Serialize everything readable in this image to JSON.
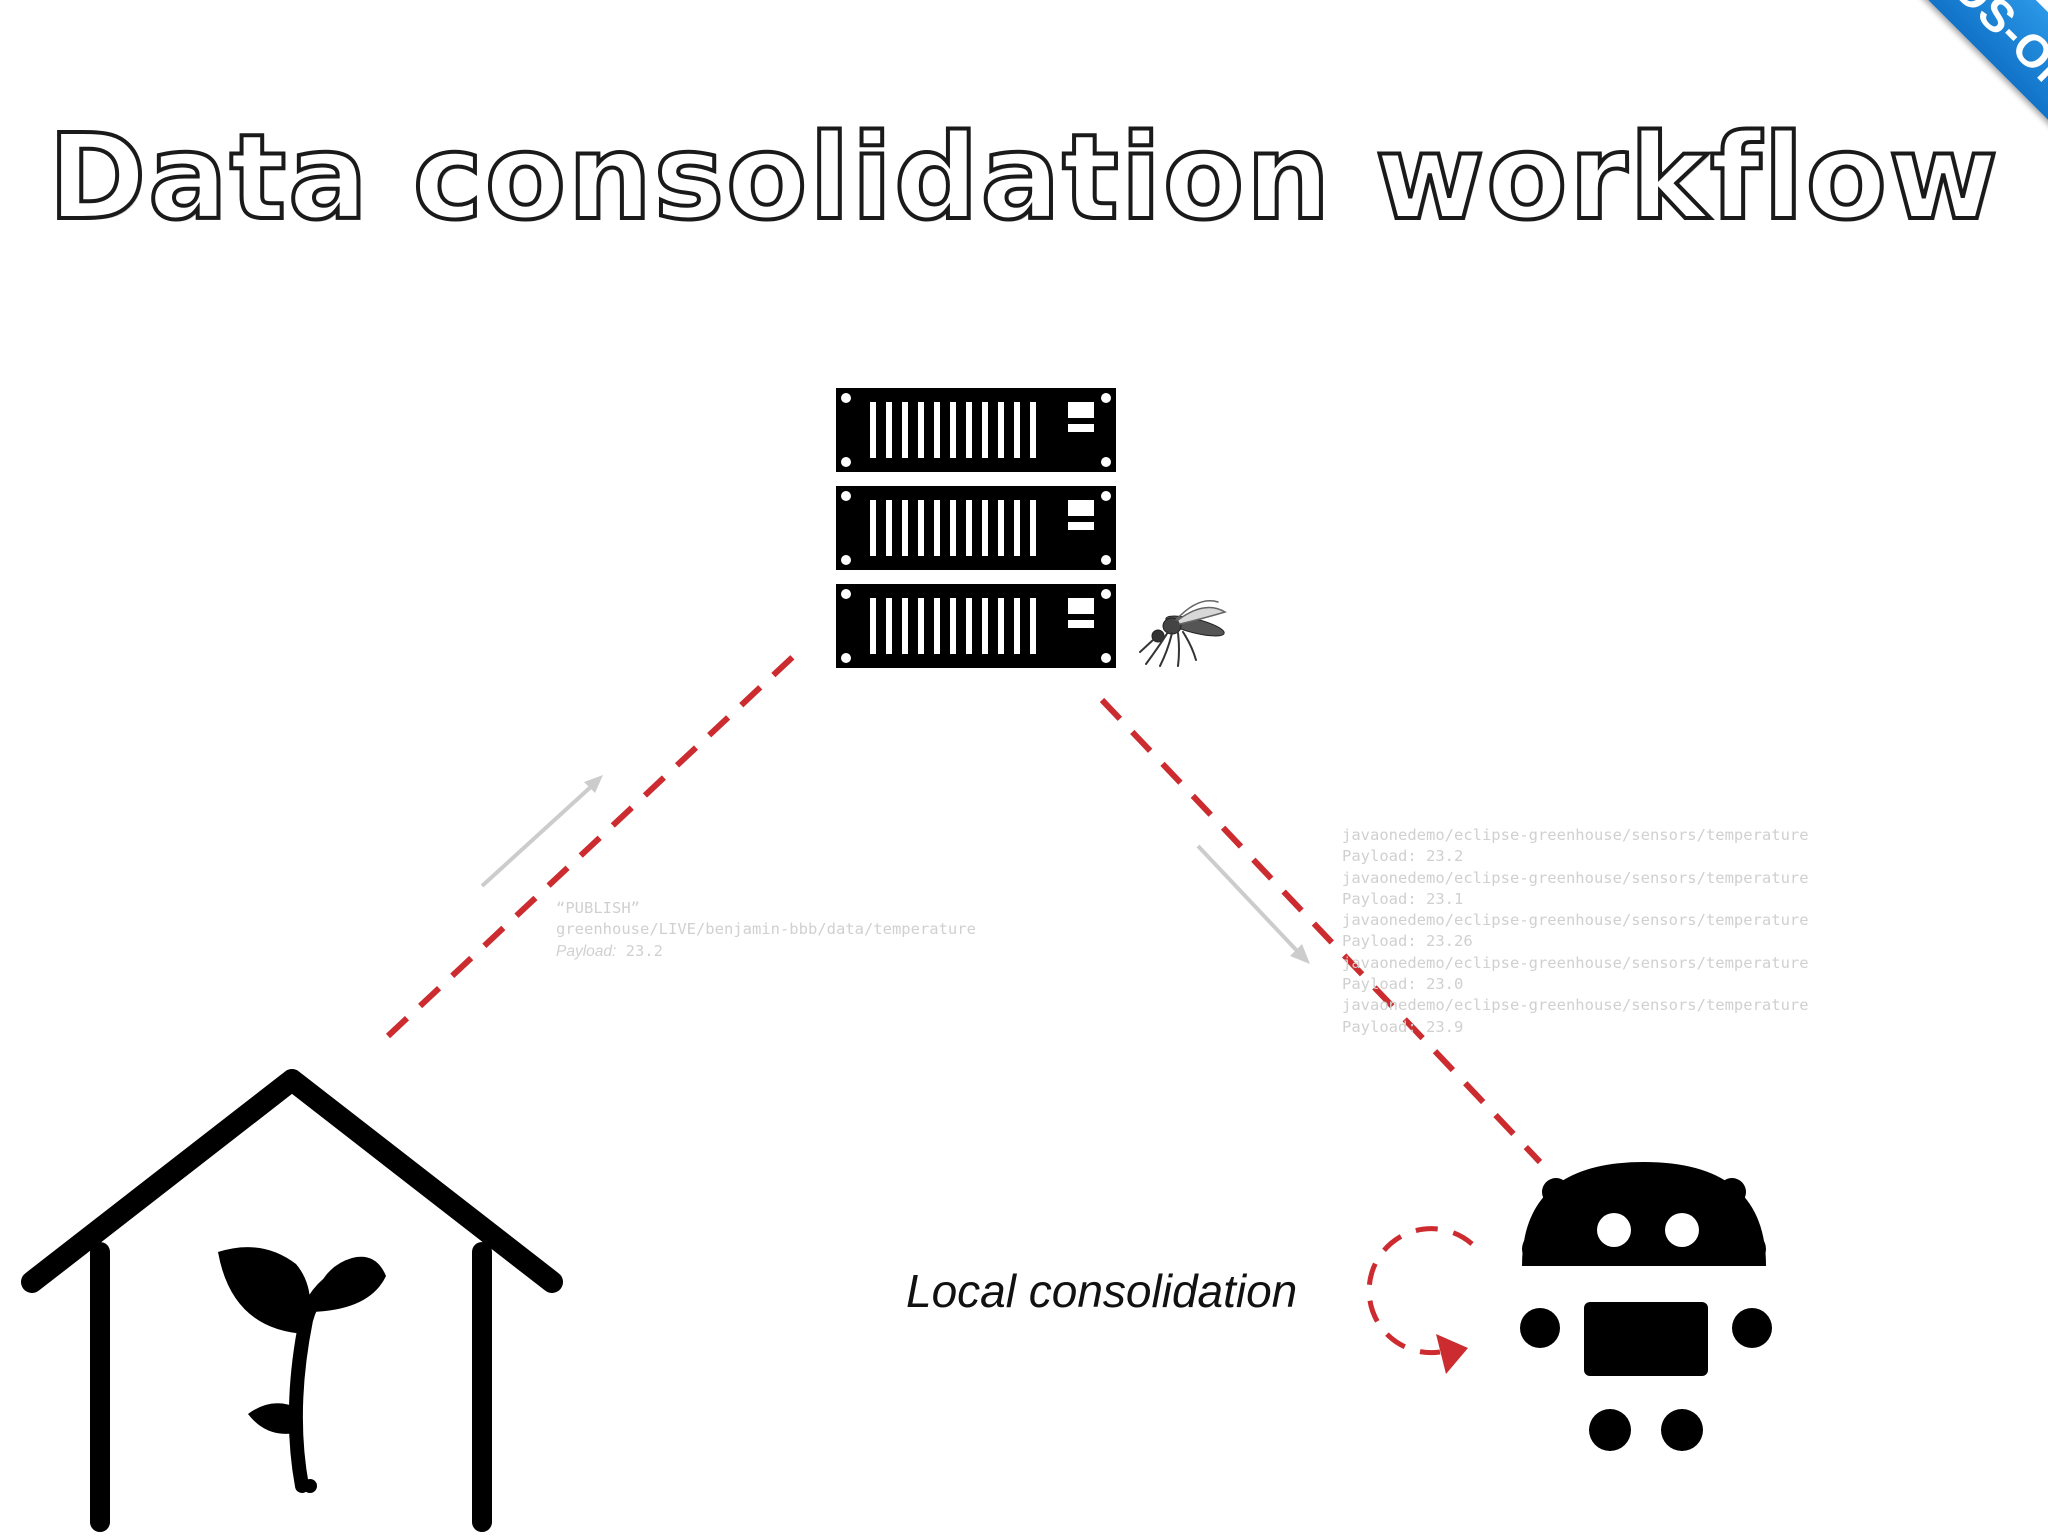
{
  "title": "Data consolidation workflow",
  "badge": "HANDS-ON",
  "publish": {
    "line1": "“PUBLISH”",
    "line2": "greenhouse/LIVE/benjamin-bbb/data/temperature",
    "payload_label": "Payload:",
    "payload_value": "23.2"
  },
  "subscriptions": [
    {
      "topic": "javaonedemo/eclipse-greenhouse/sensors/temperature",
      "payload": "Payload: 23.2"
    },
    {
      "topic": "javaonedemo/eclipse-greenhouse/sensors/temperature",
      "payload": "Payload: 23.1"
    },
    {
      "topic": "javaonedemo/eclipse-greenhouse/sensors/temperature",
      "payload": "Payload: 23.26"
    },
    {
      "topic": "javaonedemo/eclipse-greenhouse/sensors/temperature",
      "payload": "Payload: 23.0"
    },
    {
      "topic": "javaonedemo/eclipse-greenhouse/sensors/temperature",
      "payload": "Payload: 23.9"
    }
  ],
  "local_consolidation": "Local consolidation",
  "colors": {
    "dash": "#cc2b2f",
    "arrow": "#cccccc",
    "icon": "#000000",
    "badge": "#1a80d4",
    "faint_text": "#d0d0d0"
  },
  "icons": [
    "server-rack-icon",
    "mosquito-icon",
    "greenhouse-icon",
    "plant-icon",
    "robot-icon"
  ]
}
